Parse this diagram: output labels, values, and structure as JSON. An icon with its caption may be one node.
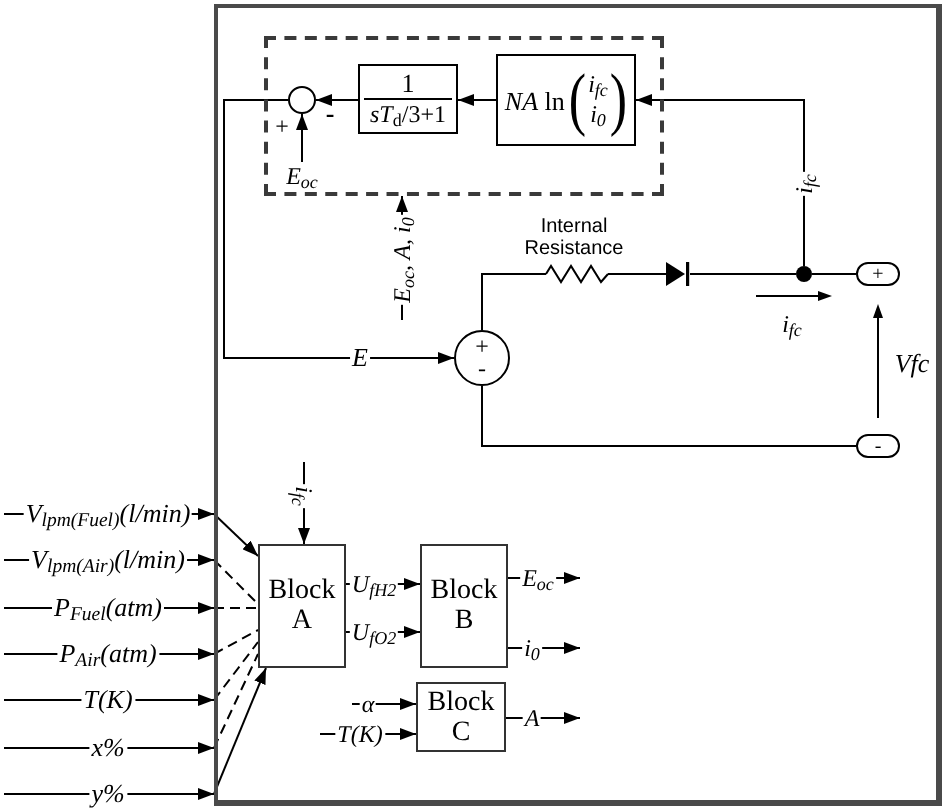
{
  "diagram": {
    "nodes": [
      {
        "text": [],
        "shape": "box"
      },
      {
        "text": [],
        "shape": "box",
        "in": 0
      },
      {
        "text": [],
        "shape": "circle",
        "in": 1,
        "beside": [
          "+",
          "-"
        ]
      },
      {
        "text": [
          "1",
          "*sT*$_{d}$/3+1"
        ],
        "in": 1
      },
      {
        "text": [
          "*NA* ln",
          "(",
          "i$_{fc}$",
          "i$_{0}$",
          ")"
        ],
        "in": 1
      },
      {
        "text": [
          "E$_{oc}$"
        ],
        "in": 1
      },
      {
        "text": [],
        "shape": "resistor",
        "in": 0,
        "beside": [
          "Internal Resistance"
        ]
      },
      {
        "text": [],
        "shape": "diode",
        "in": 0
      },
      {
        "text": [],
        "shape": "dot",
        "in": 0
      },
      {
        "text": [
          "+"
        ],
        "in": 0
      },
      {
        "text": [
          "+",
          "-"
        ],
        "in": 0
      },
      {
        "text": [
          "-"
        ],
        "in": 0
      },
      {
        "text": [
          "Block A"
        ],
        "in": 0
      },
      {
        "text": [
          "Block B"
        ],
        "in": 0
      },
      {
        "text": [
          "Block C"
        ],
        "in": 0
      }
    ],
    "edges": [
      {
        "from": 4,
        "to": 3,
        "arrow": "to"
      },
      {
        "from": 3,
        "to": 2,
        "arrow": "to"
      },
      {
        "from": 5,
        "to": 2,
        "arrow": "to"
      },
      {
        "from": 2,
        "to": 10,
        "arrow": "to",
        "label": "E"
      },
      {
        "from": 8,
        "to": 4,
        "arrow": "to",
        "label": "i$_{fc}$"
      },
      {
        "from": null,
        "to": 1,
        "arrow": "to",
        "label": "E$_{oc}$, A, i$_{0}$"
      },
      {
        "from": 10,
        "to": 6,
        "arrow": "none"
      },
      {
        "from": 6,
        "to": 7,
        "arrow": "none"
      },
      {
        "from": 7,
        "to": 8,
        "arrow": "none"
      },
      {
        "from": 8,
        "to": 9,
        "arrow": "none"
      },
      {
        "from": 10,
        "to": 11,
        "arrow": "none"
      },
      {
        "from": null,
        "to": 0,
        "arrow": "to",
        "label": "V$_{lpm(Fuel)}$(l/min)"
      },
      {
        "from": null,
        "to": 0,
        "arrow": "to",
        "label": "V$_{lpm(Air)}$(l/min)"
      },
      {
        "from": null,
        "to": 0,
        "arrow": "to",
        "label": "P$_{Fuel}$(atm)"
      },
      {
        "from": null,
        "to": 0,
        "arrow": "to",
        "label": "P$_{Air}$(atm)"
      },
      {
        "from": null,
        "to": 0,
        "arrow": "to",
        "label": "T(K)"
      },
      {
        "from": null,
        "to": 0,
        "arrow": "to",
        "label": "x%"
      },
      {
        "from": null,
        "to": 0,
        "arrow": "to",
        "label": "y%"
      },
      {
        "from": 0,
        "to": 12,
        "arrow": "to"
      },
      {
        "from": 0,
        "to": 12,
        "arrow": "none",
        "style": "dashed"
      },
      {
        "from": 0,
        "to": 12,
        "arrow": "none",
        "style": "dashed"
      },
      {
        "from": 0,
        "to": 12,
        "arrow": "none",
        "style": "dashed"
      },
      {
        "from": 0,
        "to": 12,
        "arrow": "none",
        "style": "dashed"
      },
      {
        "from": 0,
        "to": 12,
        "arrow": "none",
        "style": "dashed"
      },
      {
        "from": 0,
        "to": 12,
        "arrow": "to"
      },
      {
        "from": null,
        "to": 12,
        "arrow": "to",
        "label": "i$_{fc}$"
      },
      {
        "from": 12,
        "to": 13,
        "arrow": "to",
        "label": "U$_{fH2}$"
      },
      {
        "from": 12,
        "to": 13,
        "arrow": "to",
        "label": "U$_{fO2}$"
      },
      {
        "from": 13,
        "to": null,
        "arrow": "to",
        "label": "E$_{oc}$"
      },
      {
        "from": 13,
        "to": null,
        "arrow": "to",
        "label": "i$_{0}$"
      },
      {
        "from": null,
        "to": 14,
        "arrow": "to",
        "label": "α"
      },
      {
        "from": null,
        "to": 14,
        "arrow": "to",
        "label": "T(K)"
      },
      {
        "from": 14,
        "to": null,
        "arrow": "to",
        "label": "A"
      }
    ],
    "labels": [
      "i$_{fc}$",
      "Vfc"
    ]
  }
}
